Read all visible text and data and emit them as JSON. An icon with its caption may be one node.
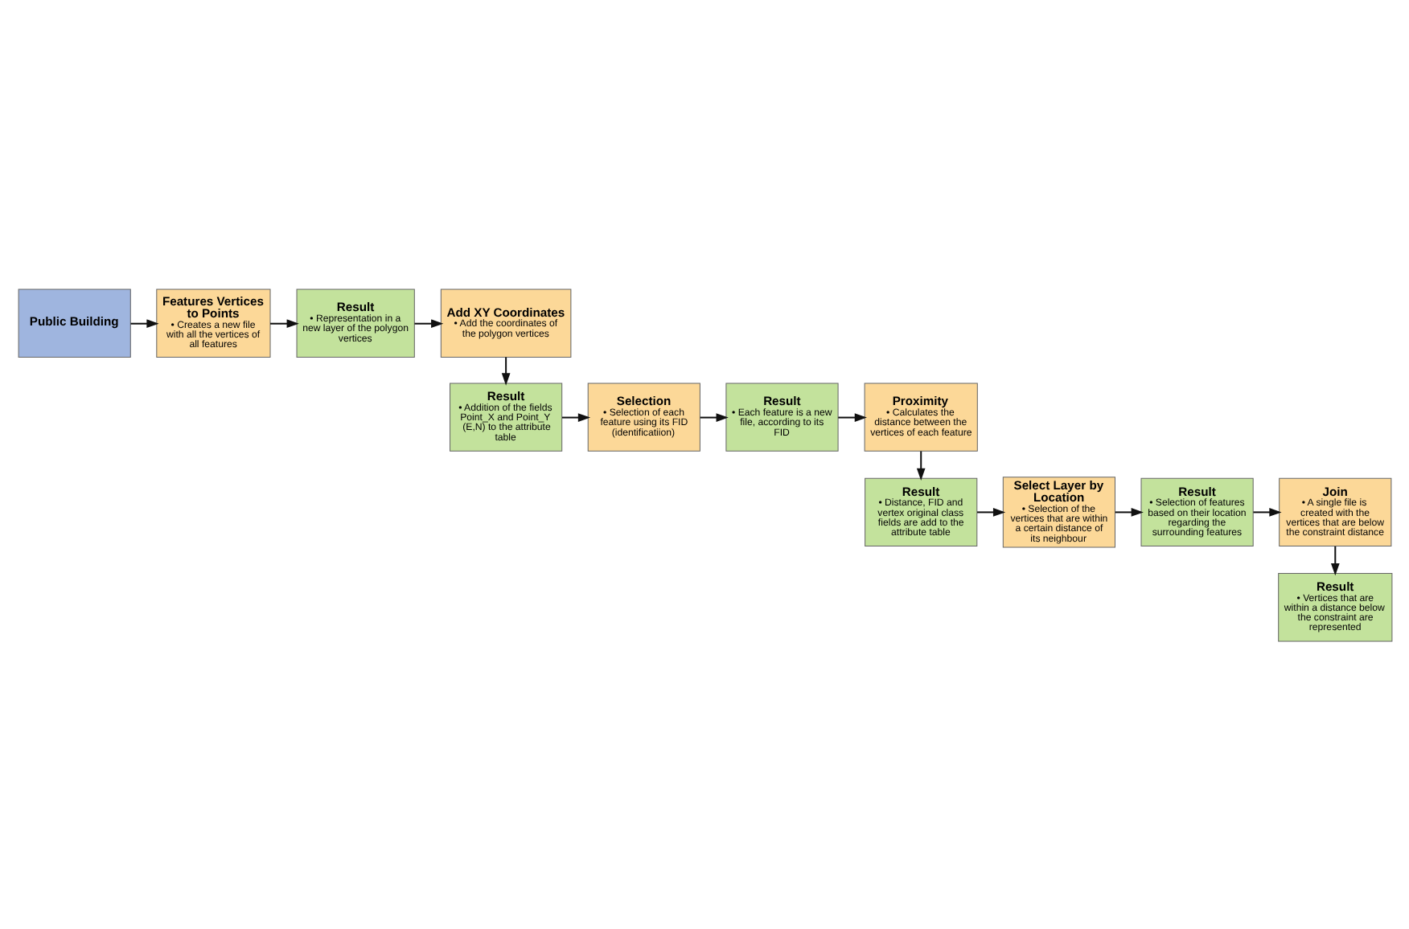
{
  "diagram": {
    "nodes": [
      {
        "text": [
          "Public Building"
        ]
      },
      {
        "text": [
          "Features Vertices to Points",
          "• Creates a new file with all the vertices of all features"
        ]
      },
      {
        "text": [
          "Result",
          "• Representation in a new layer of the polygon vertices"
        ]
      },
      {
        "text": [
          "Add XY Coordinates",
          "• Add the coordinates of the polygon vertices"
        ]
      },
      {
        "text": [
          "Result",
          "• Addition of the fields Point_X and Point_Y (E,N) to the attribute table"
        ]
      },
      {
        "text": [
          "Selection",
          "• Selection of each feature using its FID (identificatiion)"
        ]
      },
      {
        "text": [
          "Result",
          "• Each feature is a new file, according to its FID"
        ]
      },
      {
        "text": [
          "Proximity",
          "• Calculates the distance between the vertices of each feature"
        ]
      },
      {
        "text": [
          "Result",
          "• Distance, FID and vertex original class fields are add to the attribute table"
        ]
      },
      {
        "text": [
          "Select Layer by Location",
          "• Selection of the vertices that are within a certain distance of its neighbour"
        ]
      },
      {
        "text": [
          "Result",
          "• Selection of features based on their location regarding the surrounding features"
        ]
      },
      {
        "text": [
          "Join",
          "• A single file is created with the vertices that are below the constraint distance"
        ]
      },
      {
        "text": [
          "Result",
          "• Vertices that are within a distance below the constraint are represented"
        ]
      }
    ],
    "edges": [
      {
        "from": 0,
        "to": 1,
        "arrow": "to"
      },
      {
        "from": 1,
        "to": 2,
        "arrow": "to"
      },
      {
        "from": 2,
        "to": 3,
        "arrow": "to"
      },
      {
        "from": 3,
        "to": 4,
        "arrow": "to"
      },
      {
        "from": 4,
        "to": 5,
        "arrow": "to"
      },
      {
        "from": 5,
        "to": 6,
        "arrow": "to"
      },
      {
        "from": 6,
        "to": 7,
        "arrow": "to"
      },
      {
        "from": 7,
        "to": 8,
        "arrow": "to"
      },
      {
        "from": 8,
        "to": 9,
        "arrow": "to"
      },
      {
        "from": 9,
        "to": 10,
        "arrow": "to"
      },
      {
        "from": 10,
        "to": 11,
        "arrow": "to"
      },
      {
        "from": 11,
        "to": 12,
        "arrow": "to"
      }
    ]
  }
}
